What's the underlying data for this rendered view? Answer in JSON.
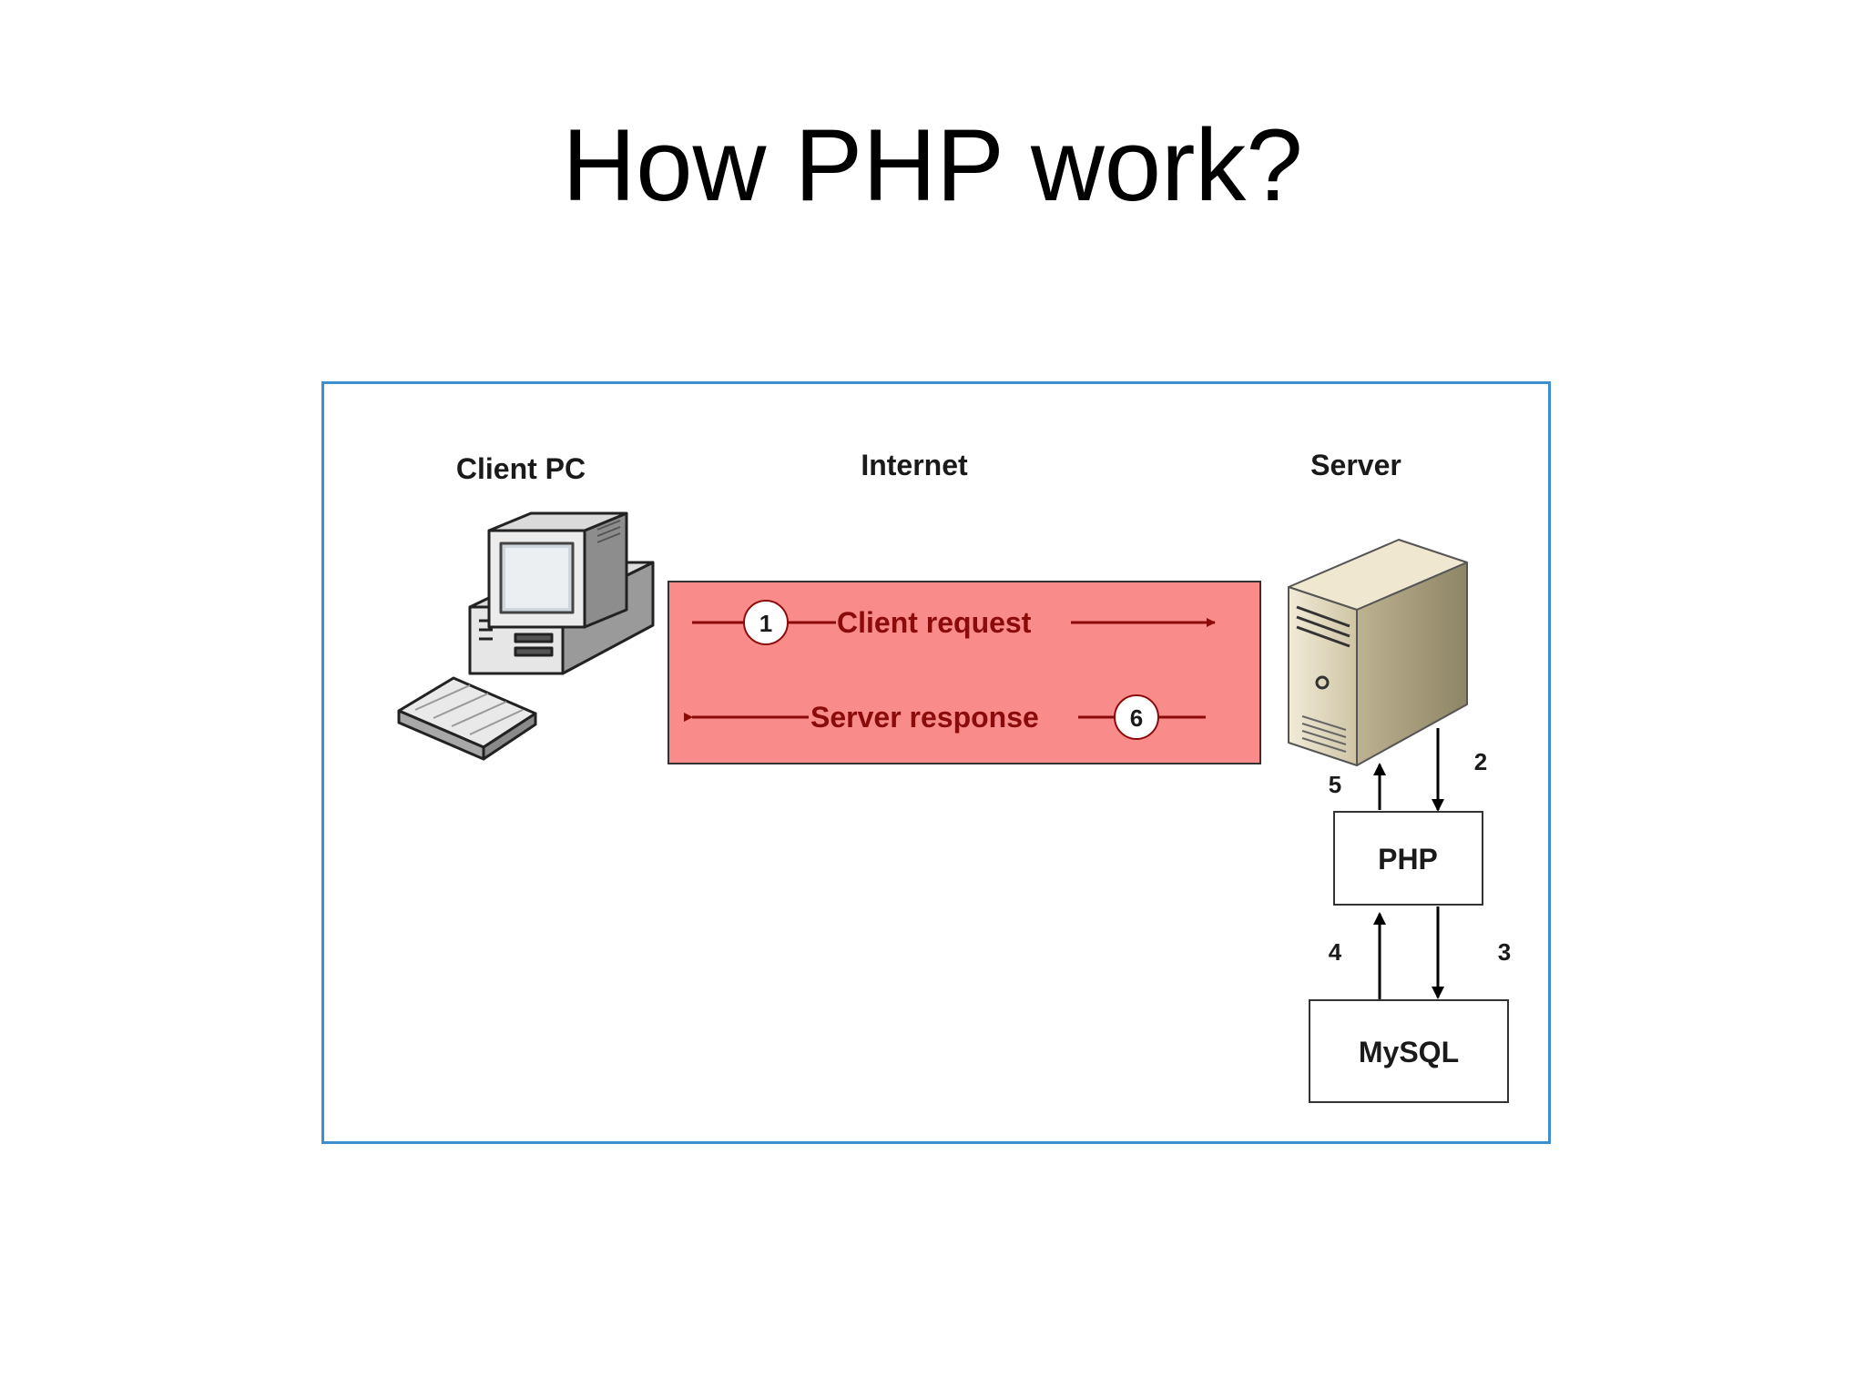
{
  "title": "How PHP work?",
  "diagram": {
    "labels": {
      "client": "Client PC",
      "internet": "Internet",
      "server": "Server"
    },
    "internet_flows": [
      {
        "step": "1",
        "label": "Client request"
      },
      {
        "step": "6",
        "label": "Server response"
      }
    ],
    "boxes": {
      "php": "PHP",
      "mysql": "MySQL"
    },
    "steps": {
      "s2": "2",
      "s3": "3",
      "s4": "4",
      "s5": "5"
    },
    "colors": {
      "frame_border": "#3d8fd0",
      "internet_fill": "#f98b8b",
      "arrow_red": "#8b0a0a",
      "arrow_black": "#000000"
    },
    "icons": [
      "computer-icon",
      "server-tower-icon"
    ]
  }
}
